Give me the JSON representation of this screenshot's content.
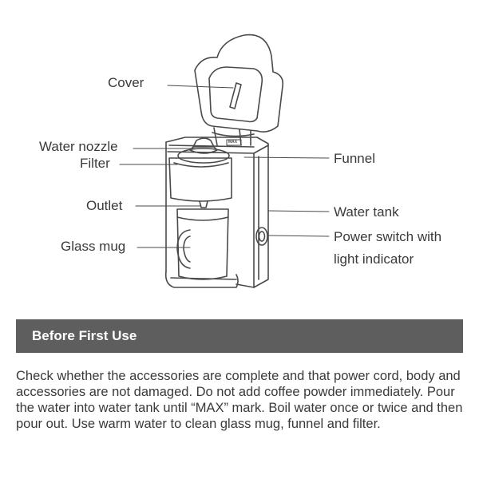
{
  "labels": {
    "cover": "Cover",
    "water_nozzle": "Water nozzle",
    "filter": "Filter",
    "outlet": "Outlet",
    "glass_mug": "Glass mug",
    "funnel": "Funnel",
    "water_tank": "Water tank",
    "power_switch_line1": "Power switch with",
    "power_switch_line2": "light indicator"
  },
  "max_mark": "MAX",
  "section": {
    "title": "Before First Use",
    "bar_color": "#5e5e5e"
  },
  "body_text": "Check whether the accessories are complete and that power cord, body and accessories are not damaged. Do not add coffee powder immediately. Pour the water into water tank until “MAX” mark. Boil water once or twice and then pour out. Use warm water to clean glass mug, funnel and filter."
}
